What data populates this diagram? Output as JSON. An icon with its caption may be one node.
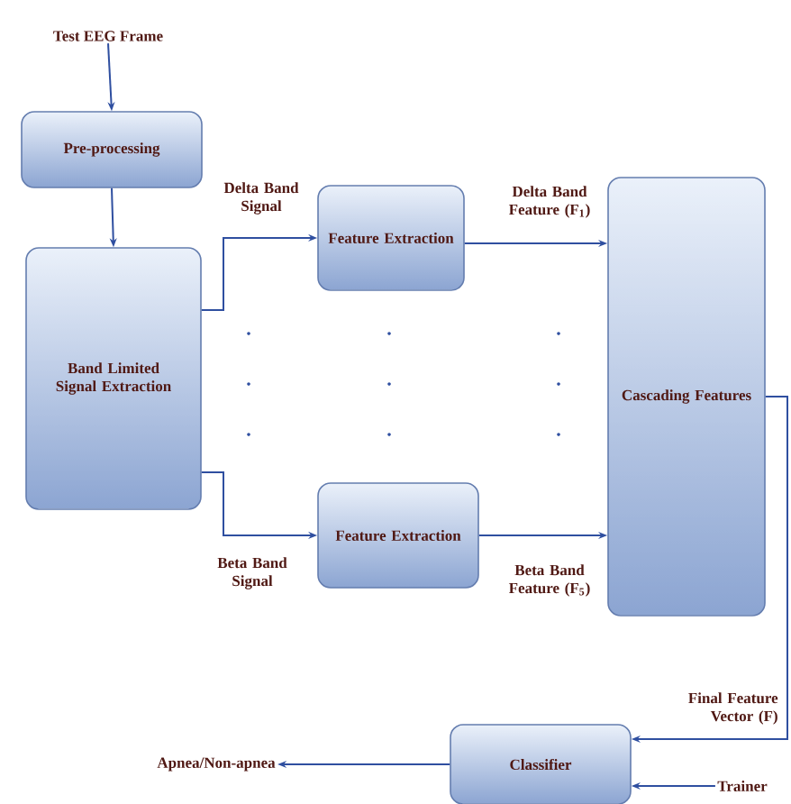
{
  "diagram": {
    "nodes": [
      {
        "text": [
          "Test EEG Frame"
        ]
      },
      {
        "text": [
          "Pre-processing"
        ]
      },
      {
        "text": [
          "Band Limited Signal Extraction"
        ]
      },
      {
        "text": [
          "Feature Extraction"
        ]
      },
      {
        "text": [
          "Feature Extraction"
        ]
      },
      {
        "text": [
          "Cascading Features"
        ]
      },
      {
        "text": [
          "Classifier"
        ]
      },
      {
        "text": [
          "Apnea/Non-apnea"
        ]
      },
      {
        "text": [
          "Trainer"
        ]
      }
    ],
    "edges": [
      {
        "from": 0,
        "to": 1,
        "arrow": "to"
      },
      {
        "from": 1,
        "to": 2,
        "arrow": "to"
      },
      {
        "from": 2,
        "to": 3,
        "arrow": "to",
        "label": "Delta Band Signal"
      },
      {
        "from": 2,
        "to": 4,
        "arrow": "to",
        "label": "Beta Band Signal"
      },
      {
        "from": 3,
        "to": 5,
        "arrow": "to",
        "label": "Delta Band Feature (F$_{1}$)"
      },
      {
        "from": 4,
        "to": 5,
        "arrow": "to",
        "label": "Beta Band Feature (F$_{5}$)"
      },
      {
        "from": 5,
        "to": 6,
        "arrow": "to",
        "label": "Final Feature Vector (F)"
      },
      {
        "from": 8,
        "to": 6,
        "arrow": "to"
      },
      {
        "from": 6,
        "to": 7,
        "arrow": "to"
      }
    ]
  }
}
